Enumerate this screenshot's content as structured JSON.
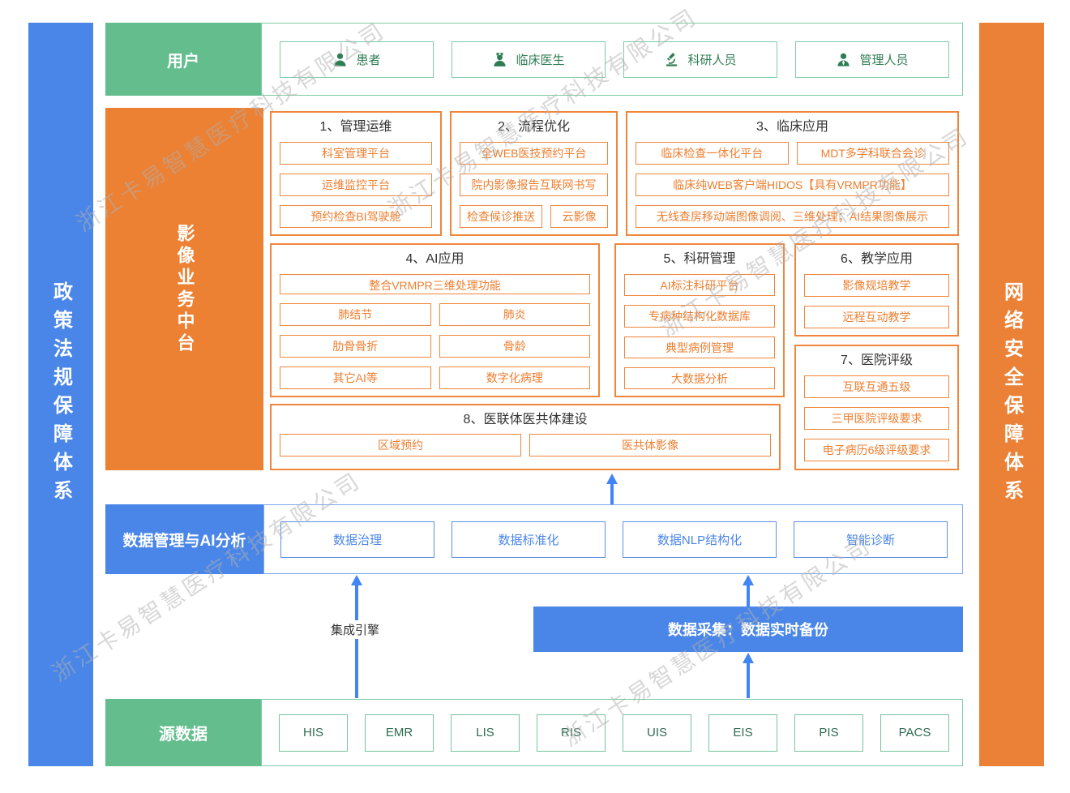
{
  "colors": {
    "green": "#63BD8D",
    "orange": "#EC8033",
    "blue": "#4A86E8",
    "arrow_blue": "#4285F4"
  },
  "watermark": {
    "text": "浙江卡易智慧医疗科技有限公司"
  },
  "left_bar": {
    "label": "政策法规保障体系"
  },
  "right_bar": {
    "label": "网络安全保障体系"
  },
  "users_row": {
    "label": "用户",
    "items": [
      {
        "label": "患者",
        "icon": "patient-icon"
      },
      {
        "label": "临床医生",
        "icon": "doctor-icon"
      },
      {
        "label": "科研人员",
        "icon": "microscope-icon"
      },
      {
        "label": "管理人员",
        "icon": "manager-icon"
      }
    ]
  },
  "platform": {
    "label": "影像业务中台",
    "sections": {
      "s1": {
        "title": "1、管理运维",
        "items": [
          "科室管理平台",
          "运维监控平台",
          "预约检查BI驾驶舱"
        ]
      },
      "s2": {
        "title": "2、流程优化",
        "items": [
          "全WEB医技预约平台",
          "院内影像报告互联网书写",
          "检查候诊推送",
          "云影像"
        ]
      },
      "s3": {
        "title": "3、临床应用",
        "items": [
          "临床检查一体化平台",
          "MDT多学科联合会诊",
          "临床纯WEB客户端HIDOS【具有VRMPR功能】",
          "无线查房移动端图像调阅、三维处理；AI结果图像展示"
        ]
      },
      "s4": {
        "title": "4、AI应用",
        "items": [
          "整合VRMPR三维处理功能",
          "肺结节",
          "肺炎",
          "肋骨骨折",
          "骨龄",
          "其它AI等",
          "数字化病理"
        ]
      },
      "s5": {
        "title": "5、科研管理",
        "items": [
          "AI标注科研平台",
          "专病种结构化数据库",
          "典型病例管理",
          "大数据分析"
        ]
      },
      "s6": {
        "title": "6、教学应用",
        "items": [
          "影像规培教学",
          "远程互动教学"
        ]
      },
      "s7": {
        "title": "7、医院评级",
        "items": [
          "互联互通五级",
          "三甲医院评级要求",
          "电子病历6级评级要求"
        ]
      },
      "s8": {
        "title": "8、医联体医共体建设",
        "items": [
          "区域预约",
          "医共体影像"
        ]
      }
    }
  },
  "data_mgmt_row": {
    "label": "数据管理与AI分析",
    "items": [
      "数据治理",
      "数据标准化",
      "数据NLP结构化",
      "智能诊断"
    ]
  },
  "integration_engine": {
    "label": "集成引擎"
  },
  "data_collect": {
    "label": "数据采集：数据实时备份"
  },
  "source_row": {
    "label": "源数据",
    "items": [
      "HIS",
      "EMR",
      "LIS",
      "RIS",
      "UIS",
      "EIS",
      "PIS",
      "PACS"
    ]
  }
}
